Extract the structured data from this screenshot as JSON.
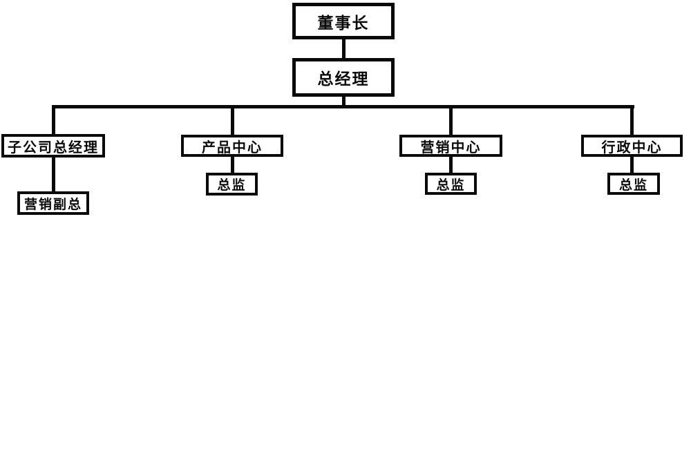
{
  "diagram": {
    "type": "org-chart",
    "background_color": "#ffffff",
    "line_color": "#0a0a0a",
    "text_color": "#0a0a0a",
    "nodes": {
      "chairman": "董事长",
      "general_manager": "总经理",
      "subsidiary_gm": "子公司总经理",
      "product_center": "产品中心",
      "marketing_center": "营销中心",
      "admin_center": "行政中心",
      "marketing_vp": "营销副总",
      "product_director": "总监",
      "marketing_director": "总监",
      "admin_director": "总监"
    },
    "hierarchy": [
      {
        "label": "董事长",
        "children": [
          {
            "label": "总经理",
            "children": [
              {
                "label": "子公司总经理",
                "children": [
                  {
                    "label": "营销副总"
                  }
                ]
              },
              {
                "label": "产品中心",
                "children": [
                  {
                    "label": "总监"
                  }
                ]
              },
              {
                "label": "营销中心",
                "children": [
                  {
                    "label": "总监"
                  }
                ]
              },
              {
                "label": "行政中心",
                "children": [
                  {
                    "label": "总监"
                  }
                ]
              }
            ]
          }
        ]
      }
    ]
  }
}
